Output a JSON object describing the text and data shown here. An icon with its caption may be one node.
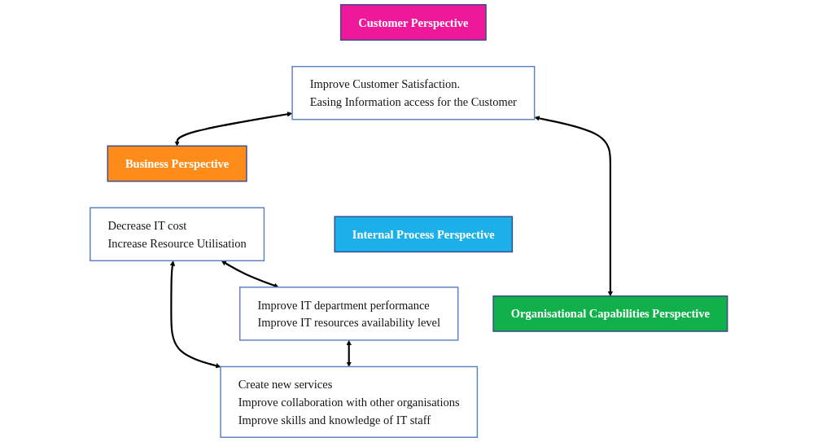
{
  "diagram": {
    "nodes": [
      {
        "text": [
          "Customer Perspective"
        ]
      },
      {
        "text": [
          "Improve Customer Satisfaction.",
          "Easing Information access for the Customer"
        ]
      },
      {
        "text": [
          "Business Perspective"
        ]
      },
      {
        "text": [
          "Decrease IT cost",
          "Increase Resource Utilisation"
        ]
      },
      {
        "text": [
          "Organisational Capabilities Perspective"
        ]
      },
      {
        "text": [
          "Create new services",
          "Improve collaboration with other organisations",
          "Improve skills and knowledge of IT staff"
        ]
      },
      {
        "text": [
          "Internal Process Perspective"
        ]
      },
      {
        "text": [
          "Improve IT department performance",
          "Improve IT resources availability level"
        ]
      }
    ],
    "edges": [
      {
        "from": 1,
        "to": 2,
        "arrow": "both"
      },
      {
        "from": 1,
        "to": 4,
        "arrow": "both"
      },
      {
        "from": 3,
        "to": 5,
        "arrow": "both"
      },
      {
        "from": 3,
        "to": 7,
        "arrow": "both"
      },
      {
        "from": 7,
        "to": 5,
        "arrow": "both"
      }
    ]
  }
}
